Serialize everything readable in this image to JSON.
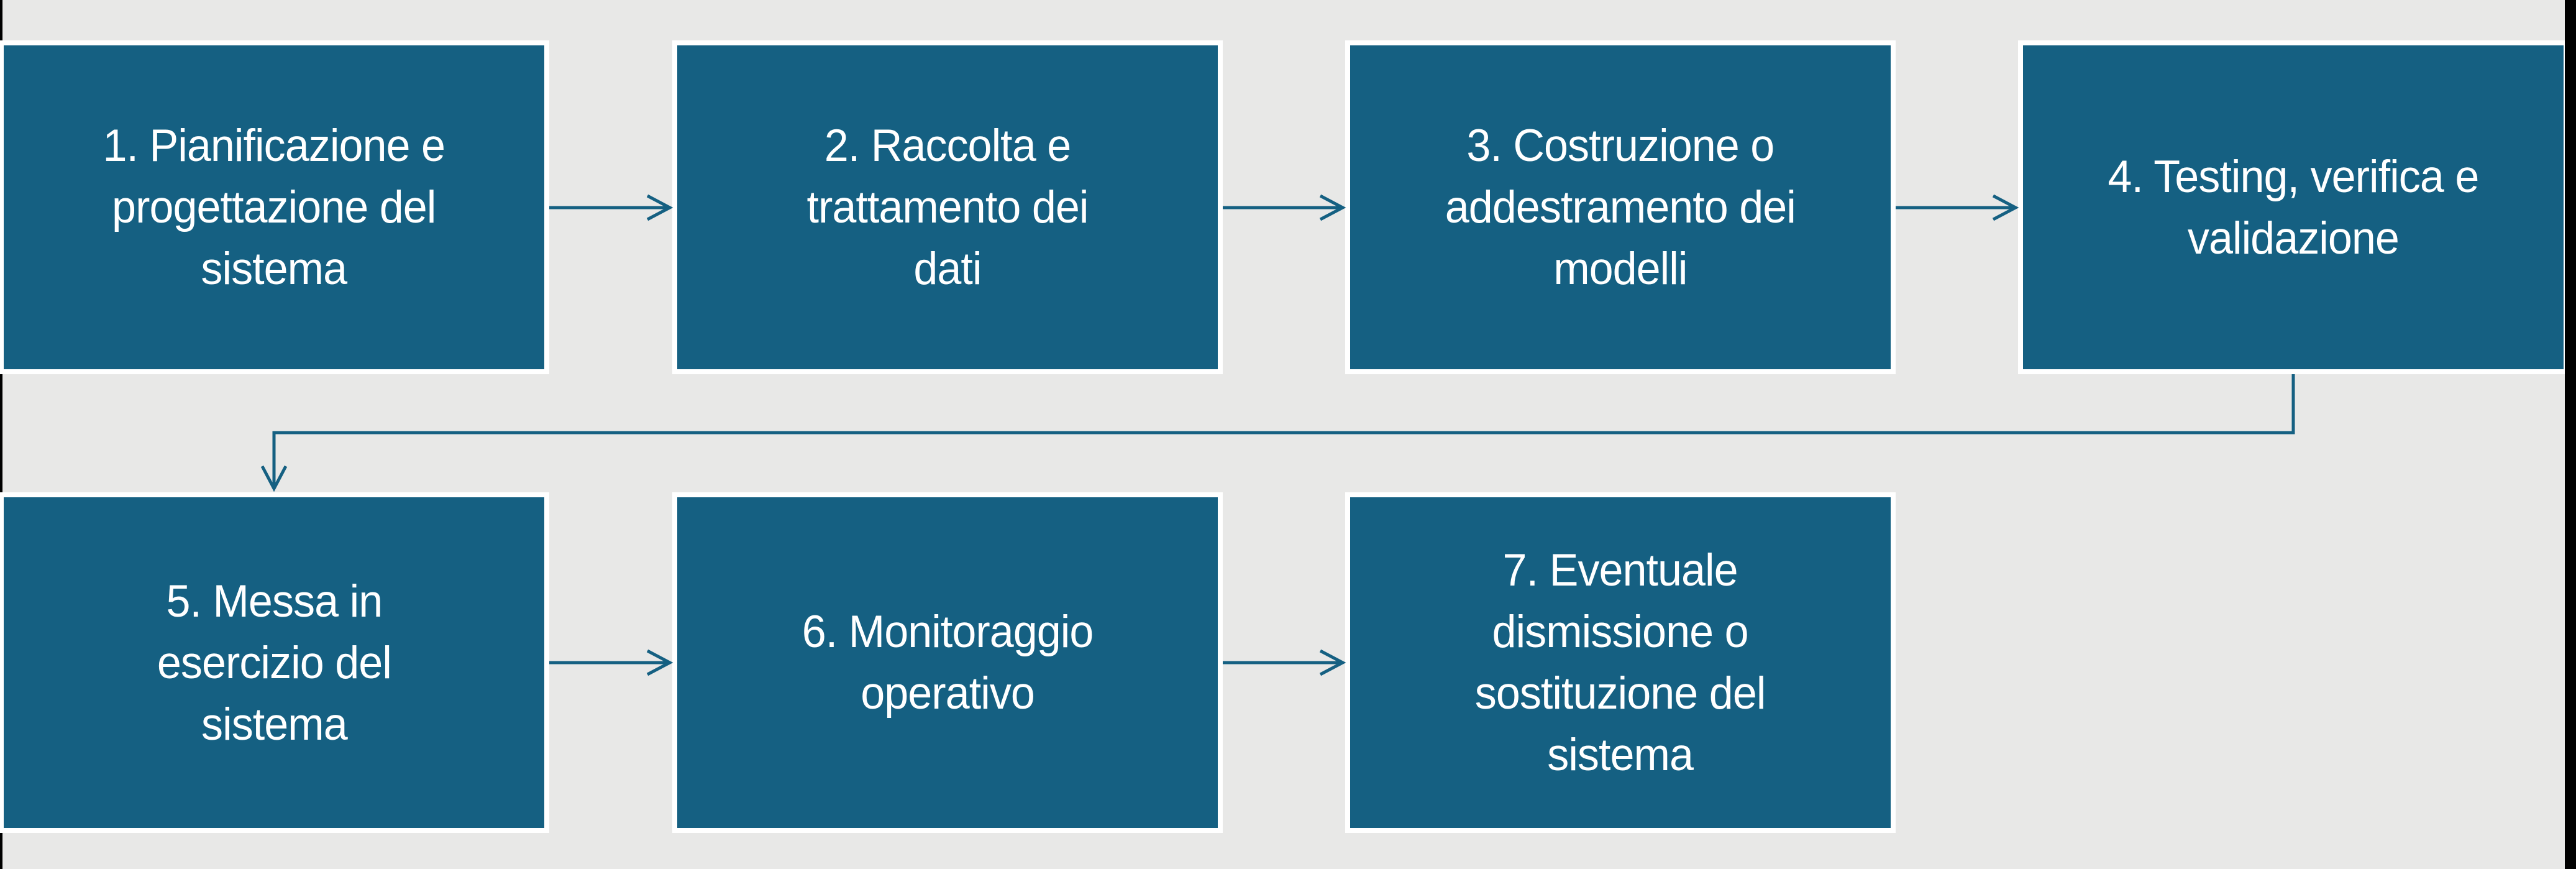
{
  "diagram": {
    "background_color": "#e8e8e7",
    "box_fill_color": "#156082",
    "box_border_color": "#ffffff",
    "box_text_color": "#ffffff",
    "connector_color": "#156082",
    "edge_bar_color": "#000000",
    "boxes": [
      {
        "id": "1",
        "label": "1. Pianificazione e progettazione del sistema",
        "text": "1. Pianificazione e\nprogettazione del\nsistema"
      },
      {
        "id": "2",
        "label": "2. Raccolta e trattamento dei dati",
        "text": "2. Raccolta e\ntrattamento dei\ndati"
      },
      {
        "id": "3",
        "label": "3. Costruzione o addestramento dei modelli",
        "text": "3. Costruzione o\naddestramento dei\nmodelli"
      },
      {
        "id": "4",
        "label": "4. Testing, verifica e validazione",
        "text": "4. Testing, verifica e\nvalidazione"
      },
      {
        "id": "5",
        "label": "5. Messa in esercizio del sistema",
        "text": "5. Messa in\nesercizio del\nsistema"
      },
      {
        "id": "6",
        "label": "6. Monitoraggio operativo",
        "text": "6. Monitoraggio\noperativo"
      },
      {
        "id": "7",
        "label": "7. Eventuale dismissione o sostituzione del sistema",
        "text": "7. Eventuale\ndismissione o\nsostituzione del\nsistema"
      }
    ],
    "connections": [
      {
        "from": "1",
        "to": "2"
      },
      {
        "from": "2",
        "to": "3"
      },
      {
        "from": "3",
        "to": "4"
      },
      {
        "from": "4",
        "to": "5"
      },
      {
        "from": "5",
        "to": "6"
      },
      {
        "from": "6",
        "to": "7"
      }
    ]
  }
}
